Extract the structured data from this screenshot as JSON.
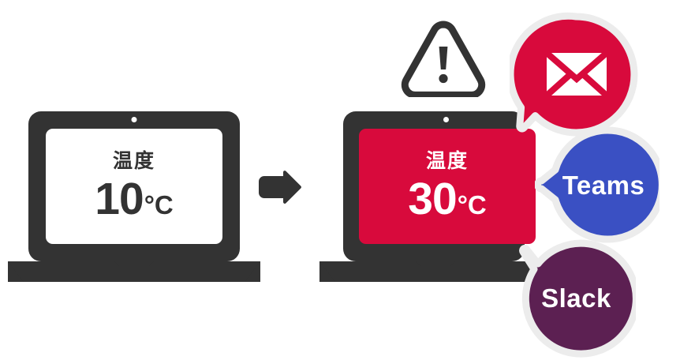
{
  "diagram": {
    "title": "temperature-alert-notification-diagram",
    "colors": {
      "dark": "#333333",
      "alert_red": "#D80A3C",
      "teams_blue": "#3A50C3",
      "slack_purple": "#5C2052",
      "screen_white": "#FFFFFF",
      "bubble_outline": "#ECECEC",
      "text_dark": "#333333"
    }
  },
  "laptops": [
    {
      "id": "laptop-normal",
      "state": "normal",
      "screen_label": "温度",
      "value": "10",
      "unit": "°C",
      "screen_bg": "#FFFFFF",
      "text_color": "#333333"
    },
    {
      "id": "laptop-alert",
      "state": "alert",
      "screen_label": "温度",
      "value": "30",
      "unit": "°C",
      "screen_bg": "#D80A3C",
      "text_color": "#FFFFFF"
    }
  ],
  "arrow": {
    "icon": "arrow-right-icon",
    "color": "#333333"
  },
  "warning": {
    "icon": "warning-triangle-icon",
    "symbol": "!",
    "color": "#333333"
  },
  "notifications": [
    {
      "id": "mail",
      "icon": "envelope-icon",
      "label": "",
      "color": "#D80A3C"
    },
    {
      "id": "teams",
      "icon": "teams-bubble-icon",
      "label": "Teams",
      "color": "#3A50C3"
    },
    {
      "id": "slack",
      "icon": "slack-bubble-icon",
      "label": "Slack",
      "color": "#5C2052"
    }
  ]
}
